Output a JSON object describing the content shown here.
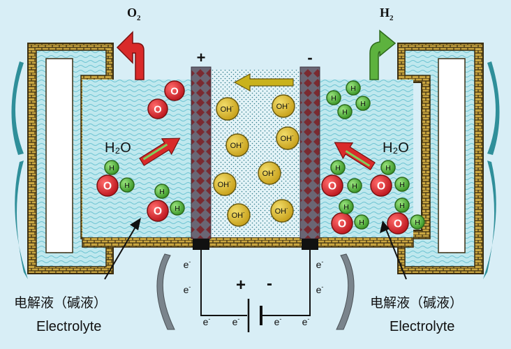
{
  "gases": {
    "left": {
      "base": "O",
      "sub": "2"
    },
    "right": {
      "base": "H",
      "sub": "2"
    }
  },
  "electrodes": {
    "anode_sign": "+",
    "cathode_sign": "-"
  },
  "molecule_labels": {
    "left": "H₂O",
    "right": "H₂O"
  },
  "atoms": {
    "oxygen": "O",
    "hydrogen": "H"
  },
  "ion": {
    "base": "OH",
    "charge": "-"
  },
  "electron": {
    "base": "e",
    "charge": "-"
  },
  "battery": {
    "plus": "+",
    "minus": "-"
  },
  "captions": {
    "left": {
      "zh": "电解液（碱液）",
      "en": "Electrolyte"
    },
    "right": {
      "zh": "电解液（碱液）",
      "en": "Electrolyte"
    }
  },
  "colors": {
    "background": "#d8eef6",
    "electrolyte": "#bfe8ee",
    "wall": "#c9a641",
    "oxygen_atom": "#d8282e",
    "hydrogen_atom": "#5cb642",
    "hydroxide_ion": "#d7b52a",
    "electrode": "#6a6674",
    "o2_arrow": "#d92a2a",
    "h2_arrow": "#5db23e",
    "flow_arrow": "#2f8f9a"
  }
}
